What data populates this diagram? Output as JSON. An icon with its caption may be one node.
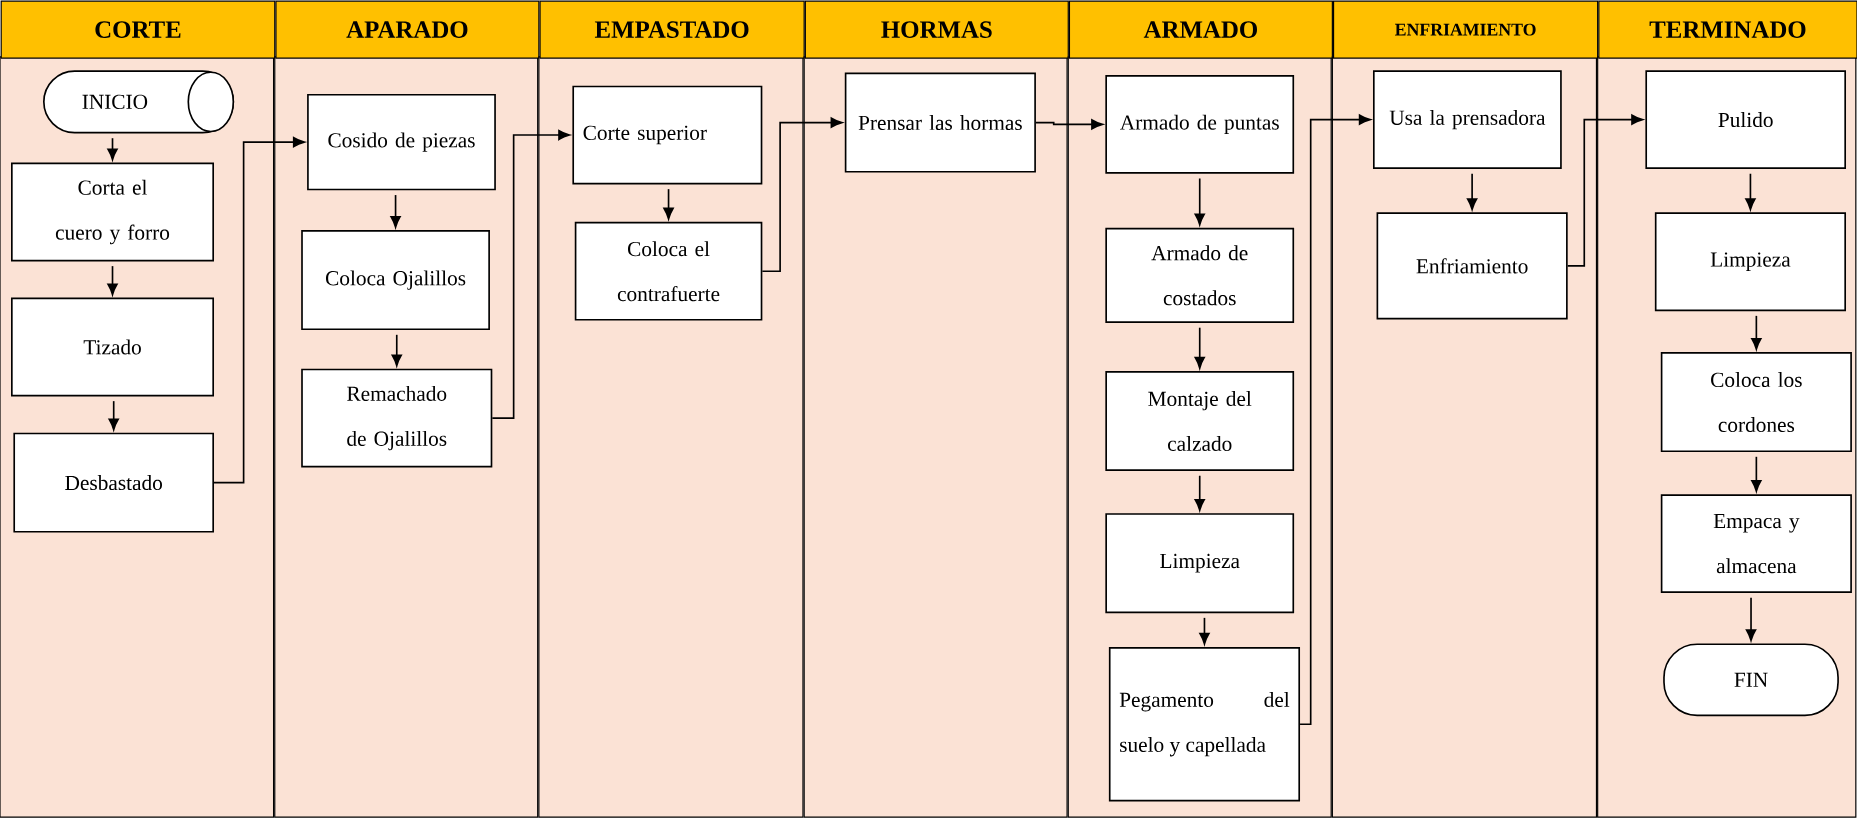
{
  "diagram": {
    "nodes": [
      {
        "text": [
          "CORTE"
        ]
      },
      {
        "text": [
          "INICIO"
        ],
        "in": 0
      },
      {
        "text": [
          "Corta el cuero y forro"
        ],
        "in": 0
      },
      {
        "text": [
          "Tizado"
        ],
        "in": 0
      },
      {
        "text": [
          "Desbastado"
        ],
        "in": 0
      },
      {
        "text": [
          "APARADO"
        ]
      },
      {
        "text": [
          "Cosido de piezas"
        ],
        "in": 5
      },
      {
        "text": [
          "Coloca Ojalillos"
        ],
        "in": 5
      },
      {
        "text": [
          "Remachado de Ojalillos"
        ],
        "in": 5
      },
      {
        "text": [
          "EMPASTADO"
        ]
      },
      {
        "text": [
          "Corte superior"
        ],
        "in": 9
      },
      {
        "text": [
          "Coloca el contrafuerte"
        ],
        "in": 9
      },
      {
        "text": [
          "HORMAS"
        ]
      },
      {
        "text": [
          "Prensar las hormas"
        ],
        "in": 12
      },
      {
        "text": [
          "ARMADO"
        ]
      },
      {
        "text": [
          "Armado de puntas"
        ],
        "in": 14
      },
      {
        "text": [
          "Armado de costados"
        ],
        "in": 14
      },
      {
        "text": [
          "Montaje del calzado"
        ],
        "in": 14
      },
      {
        "text": [
          "Limpieza"
        ],
        "in": 14
      },
      {
        "text": [
          "Pegamento del suelo y capellada"
        ],
        "in": 14
      },
      {
        "text": [
          "ENFRIAMIENTO"
        ]
      },
      {
        "text": [
          "Usa la prensadora"
        ],
        "in": 20
      },
      {
        "text": [
          "Enfriamiento"
        ],
        "in": 20
      },
      {
        "text": [
          "TERMINADO"
        ]
      },
      {
        "text": [
          "Pulido"
        ],
        "in": 23
      },
      {
        "text": [
          "Limpieza"
        ],
        "in": 23
      },
      {
        "text": [
          "Coloca los cordones"
        ],
        "in": 23
      },
      {
        "text": [
          "Empaca y almacena"
        ],
        "in": 23
      },
      {
        "text": [
          "FIN"
        ],
        "in": 23
      }
    ],
    "edges": [
      {
        "from": 1,
        "to": 2,
        "arrow": "to"
      },
      {
        "from": 2,
        "to": 3,
        "arrow": "to"
      },
      {
        "from": 3,
        "to": 4,
        "arrow": "to"
      },
      {
        "from": 4,
        "to": 6,
        "arrow": "to"
      },
      {
        "from": 6,
        "to": 7,
        "arrow": "to"
      },
      {
        "from": 7,
        "to": 8,
        "arrow": "to"
      },
      {
        "from": 8,
        "to": 10,
        "arrow": "to"
      },
      {
        "from": 10,
        "to": 11,
        "arrow": "to"
      },
      {
        "from": 11,
        "to": 13,
        "arrow": "to"
      },
      {
        "from": 13,
        "to": 15,
        "arrow": "to"
      },
      {
        "from": 15,
        "to": 16,
        "arrow": "to"
      },
      {
        "from": 16,
        "to": 17,
        "arrow": "to"
      },
      {
        "from": 17,
        "to": 18,
        "arrow": "to"
      },
      {
        "from": 18,
        "to": 19,
        "arrow": "to"
      },
      {
        "from": 19,
        "to": 21,
        "arrow": "to"
      },
      {
        "from": 21,
        "to": 22,
        "arrow": "to"
      },
      {
        "from": 22,
        "to": 24,
        "arrow": "to"
      },
      {
        "from": 24,
        "to": 25,
        "arrow": "to"
      },
      {
        "from": 25,
        "to": 26,
        "arrow": "to"
      },
      {
        "from": 26,
        "to": 27,
        "arrow": "to"
      },
      {
        "from": 27,
        "to": 28,
        "arrow": "to"
      }
    ]
  }
}
